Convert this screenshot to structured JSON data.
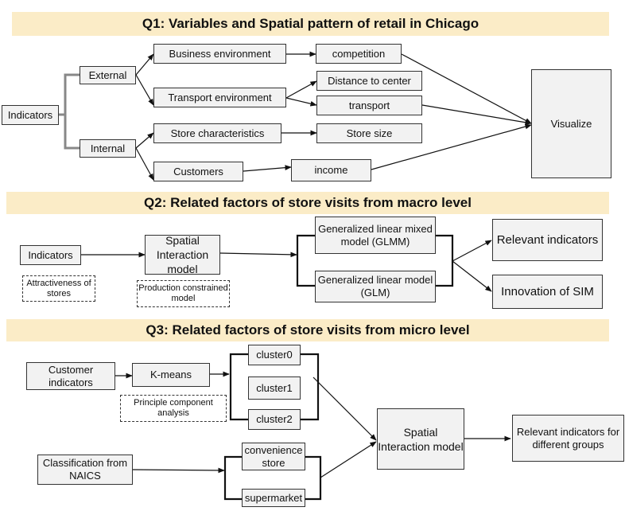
{
  "q1": {
    "title": "Q1: Variables and Spatial pattern of retail in Chicago",
    "indicators": "Indicators",
    "external": "External",
    "internal": "Internal",
    "business_environment": "Business environment",
    "transport_environment": "Transport environment",
    "store_characteristics": "Store characteristics",
    "customers": "Customers",
    "competition": "competition",
    "distance_to_center": "Distance to center",
    "transport": "transport",
    "store_size": "Store size",
    "income": "income",
    "visualize": "Visualize"
  },
  "q2": {
    "title": "Q2: Related factors of store visits from macro level",
    "indicators": "Indicators",
    "attractiveness": "Attractiveness of stores",
    "spatial_interaction_model": "Spatial Interaction model",
    "production_constrained": "Production constrained model",
    "glmm": "Generalized linear mixed model (GLMM)",
    "glm": "Generalized linear model (GLM)",
    "relevant_indicators": "Relevant indicators",
    "innovation_sim": "Innovation of SIM"
  },
  "q3": {
    "title": "Q3: Related factors of store visits from micro level",
    "customer_indicators": "Customer indicators",
    "kmeans": "K-means",
    "pca": "Principle component analysis",
    "cluster0": "cluster0",
    "cluster1": "cluster1",
    "cluster2": "cluster2",
    "classification_naics": "Classification from NAICS",
    "convenience_store": "convenience store",
    "supermarket": "supermarket",
    "spatial_interaction_model": "Spatial Interaction model",
    "relevant_groups": "Relevant indicators for different groups"
  }
}
